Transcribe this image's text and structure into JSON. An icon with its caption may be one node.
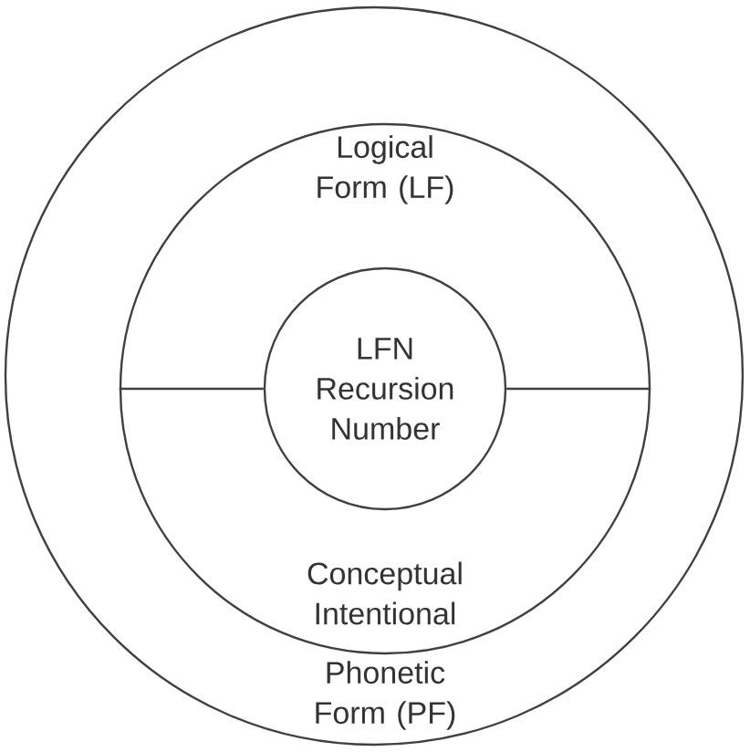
{
  "diagram": {
    "nodes": [
      {
        "text": [
          "Phonetic Form (PF)"
        ]
      },
      {
        "text": [
          "Logical Form (LF)",
          "Conceptual Intentional"
        ],
        "in": 0
      },
      {
        "text": [
          "LFN Recursion Number"
        ],
        "in": 1
      }
    ],
    "edges": [
      {
        "from": 2,
        "to": 1,
        "arrow": "none"
      },
      {
        "from": 2,
        "to": 1,
        "arrow": "none"
      }
    ]
  }
}
